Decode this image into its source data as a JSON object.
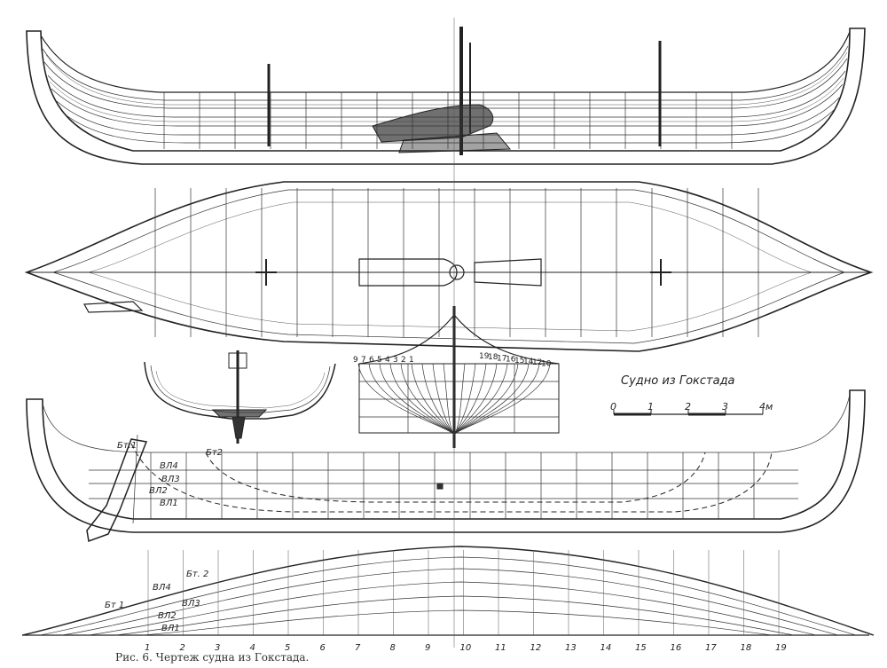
{
  "title": "Судно из Гокстада",
  "caption": "Рис. 6. Чертеж судна из Гокстада.",
  "scale_bar": {
    "ticks": [
      "0",
      "1",
      "2",
      "3",
      "4м"
    ]
  },
  "section_labels": {
    "left": [
      "9",
      "7",
      "6",
      "5",
      "4",
      "3",
      "2",
      "1"
    ],
    "right": [
      "19",
      "18",
      "17",
      "16",
      "15",
      "14",
      "12",
      "10"
    ]
  },
  "waterlines": [
    "ВЛ4",
    "ВЛ3",
    "ВЛ2",
    "ВЛ1"
  ],
  "buttocks": [
    "Бт.1",
    "Бт2"
  ],
  "halfbreadth_labels": [
    "Бт 1",
    "Бт. 2",
    "ВЛ4",
    "ВЛ3",
    "ВЛ2",
    "ВЛ1"
  ],
  "stations": [
    "1",
    "2",
    "3",
    "4",
    "5",
    "6",
    "7",
    "8",
    "9",
    "10",
    "11",
    "12",
    "13",
    "14",
    "15",
    "16",
    "17",
    "18",
    "19"
  ]
}
